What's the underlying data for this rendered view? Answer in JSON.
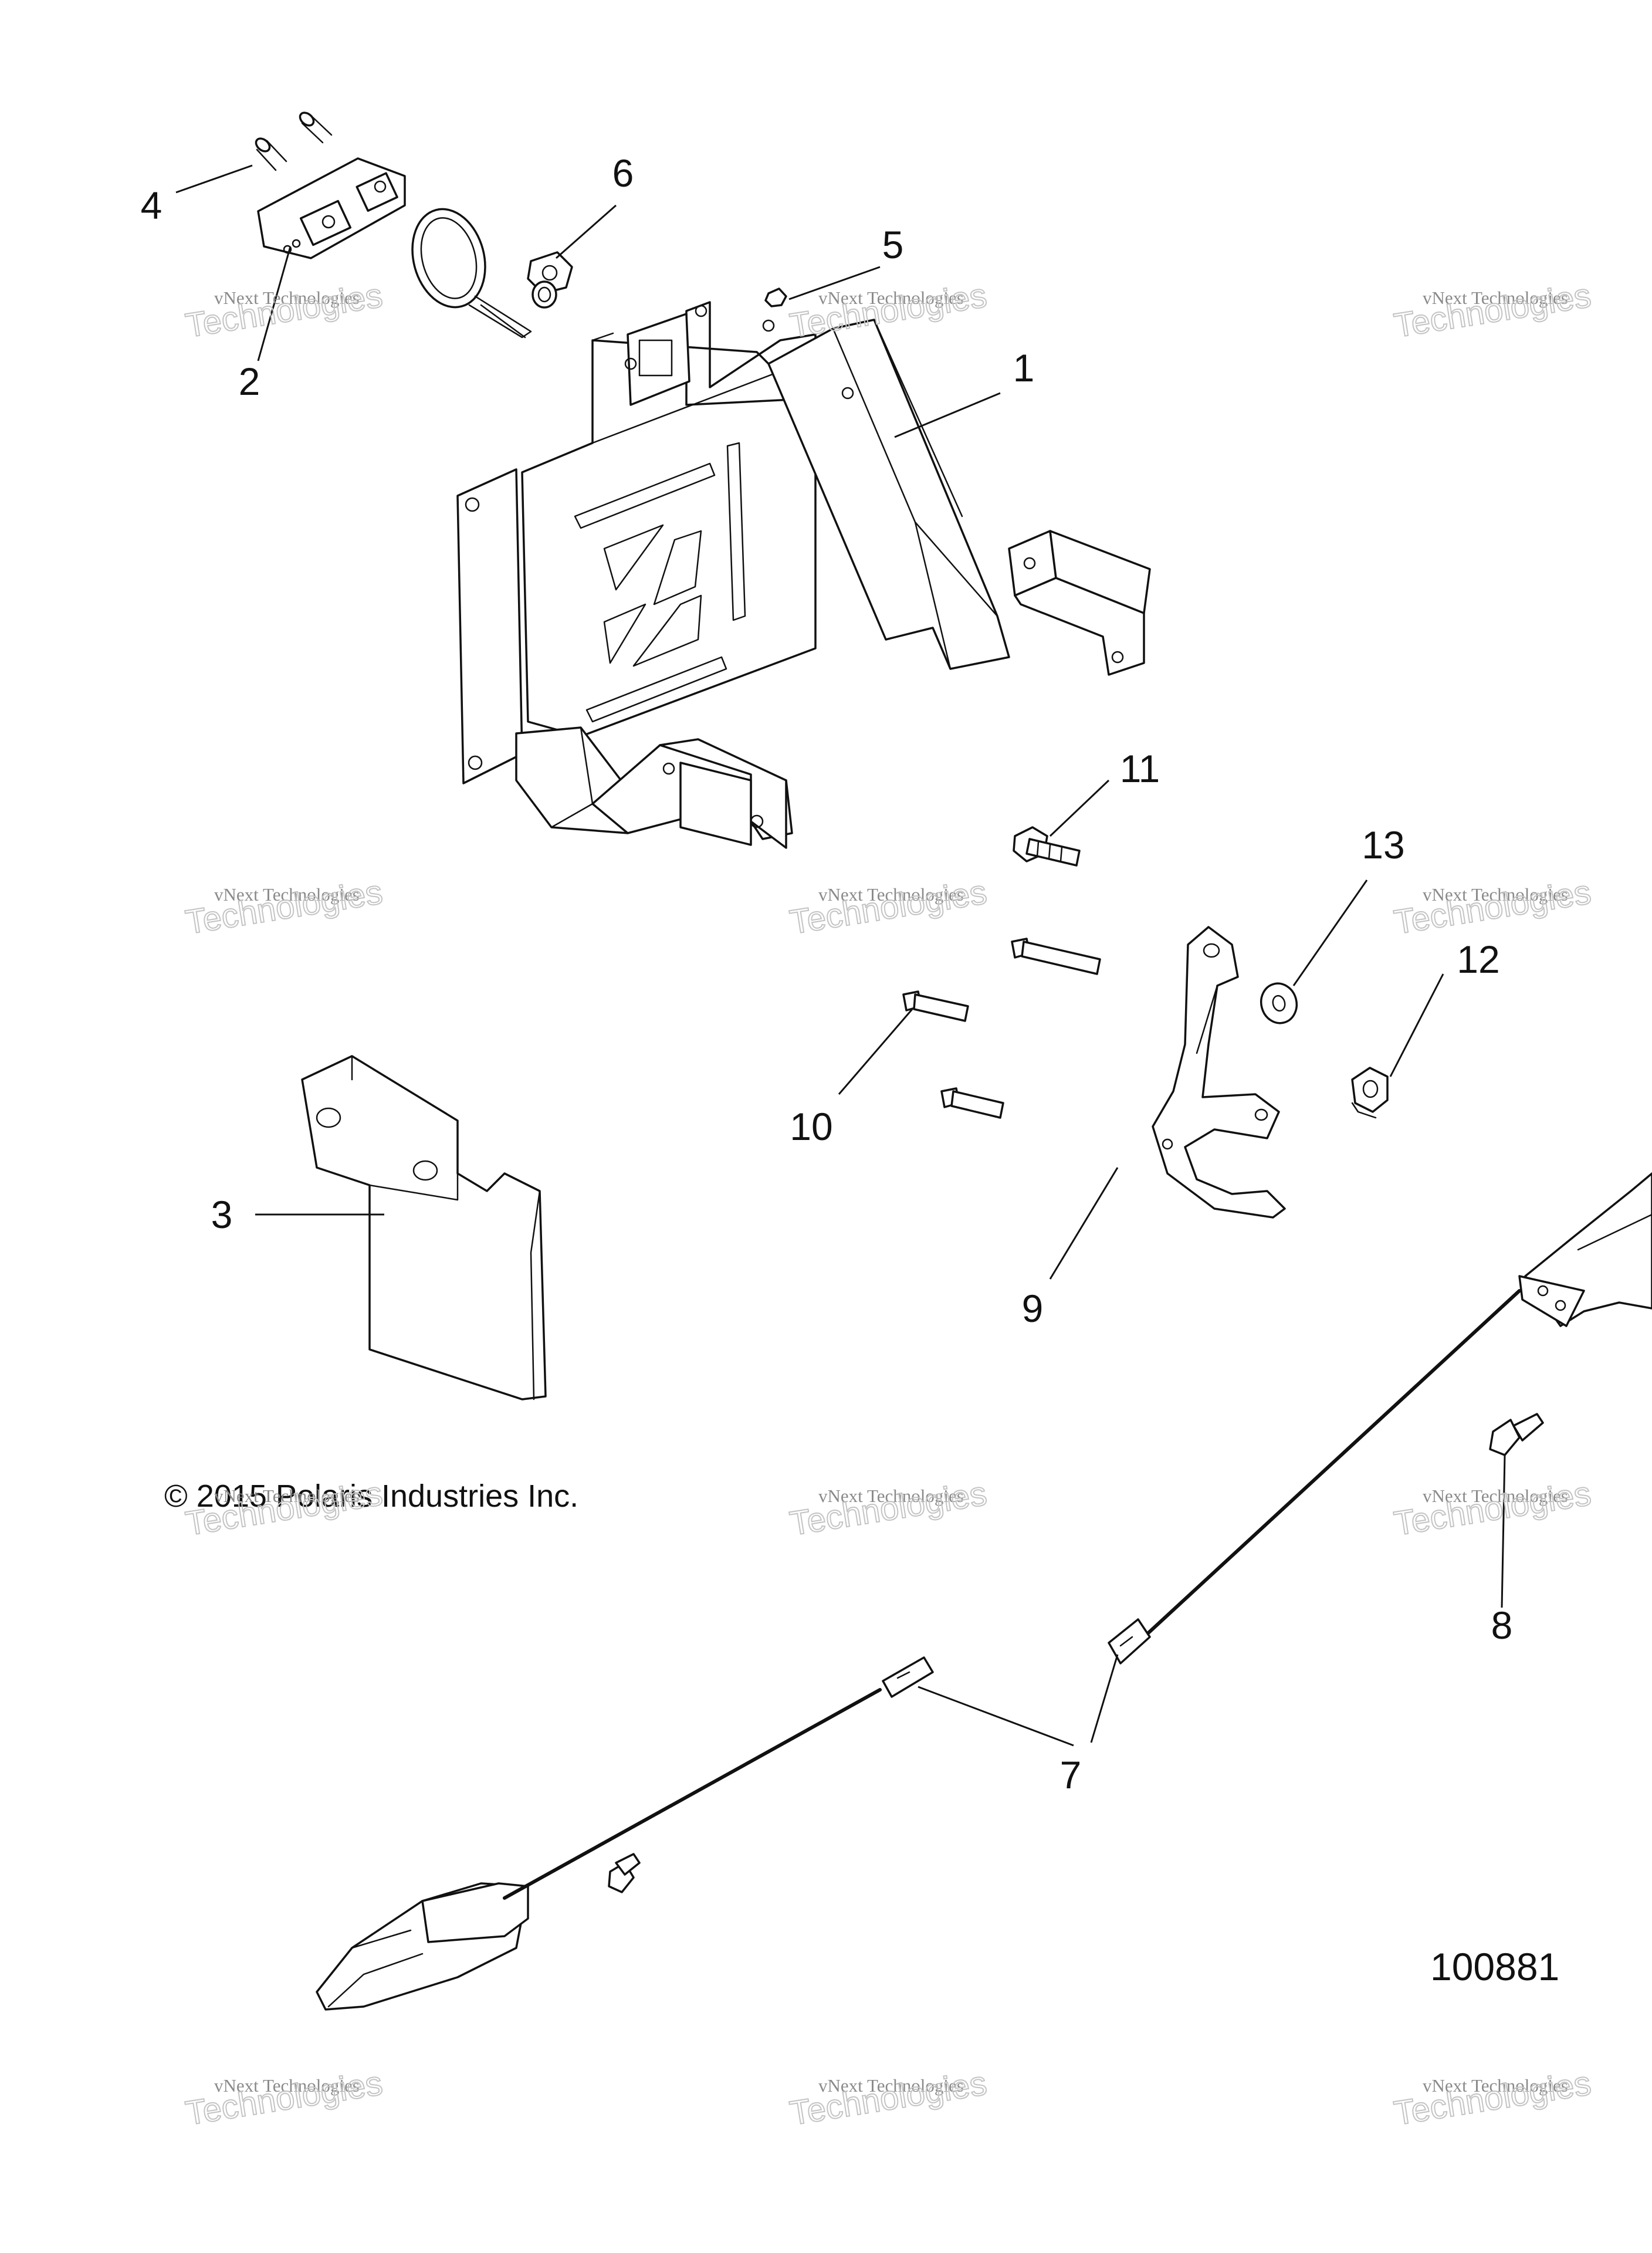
{
  "callouts": [
    "1",
    "2",
    "3",
    "4",
    "5",
    "6",
    "7",
    "8",
    "9",
    "10",
    "11",
    "12",
    "13"
  ],
  "copyright": "© 2015 Polaris Industries Inc.",
  "figure_number": "100881",
  "watermark": {
    "line1": "vNext Technologies",
    "line2": "Technologies"
  }
}
